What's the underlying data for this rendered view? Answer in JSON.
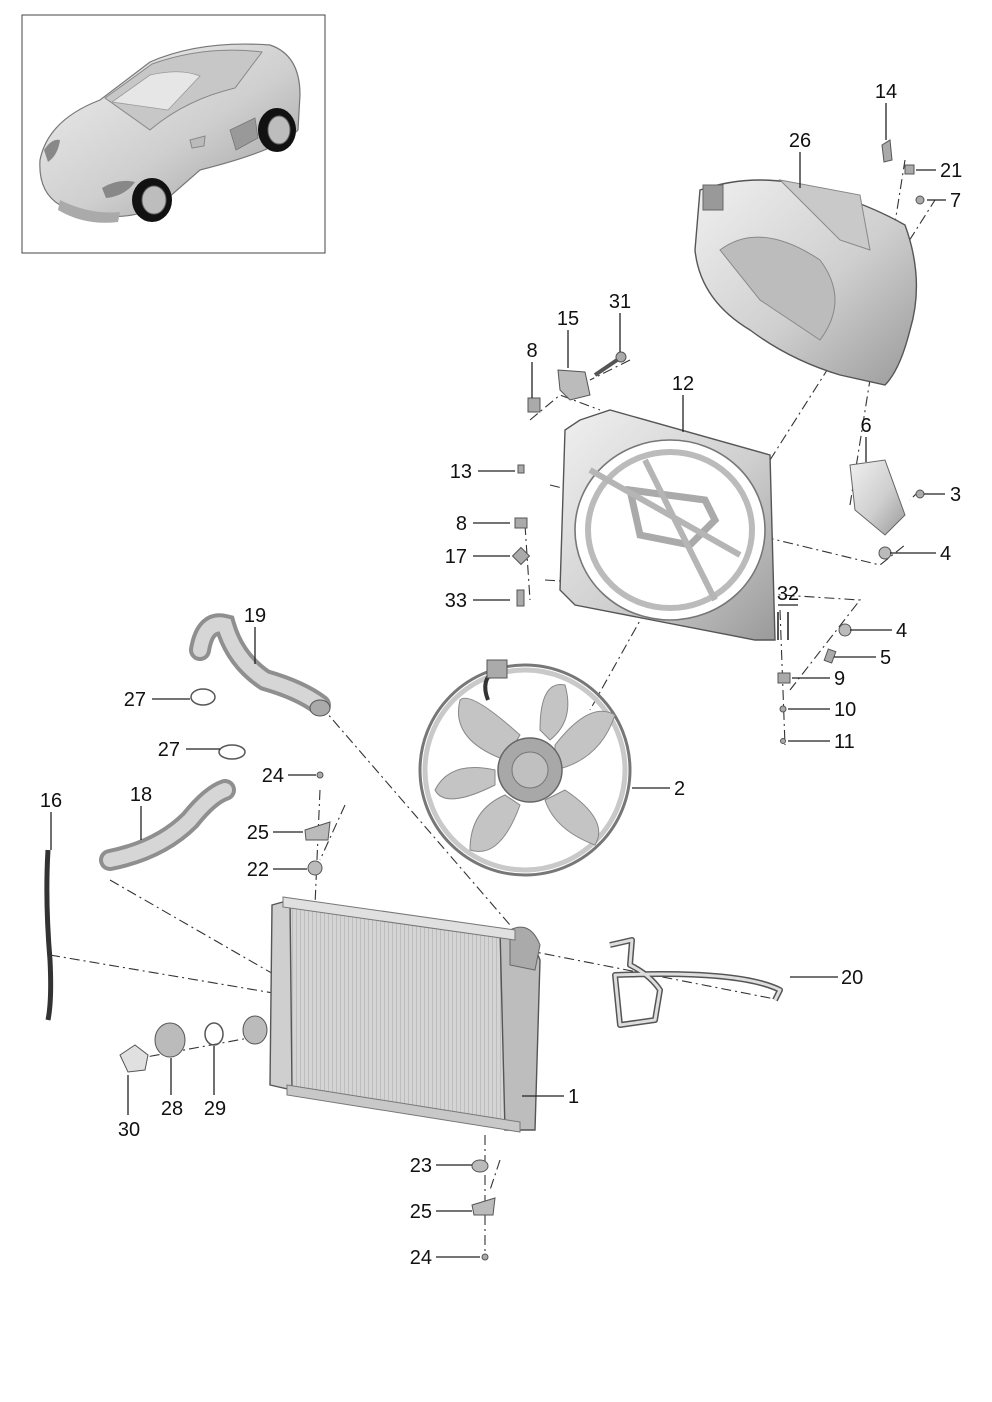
{
  "callouts": [
    {
      "id": "c1",
      "text": "1"
    },
    {
      "id": "c2",
      "text": "2"
    },
    {
      "id": "c3",
      "text": "3"
    },
    {
      "id": "c4a",
      "text": "4"
    },
    {
      "id": "c4b",
      "text": "4"
    },
    {
      "id": "c5",
      "text": "5"
    },
    {
      "id": "c6",
      "text": "6"
    },
    {
      "id": "c7",
      "text": "7"
    },
    {
      "id": "c8a",
      "text": "8"
    },
    {
      "id": "c8b",
      "text": "8"
    },
    {
      "id": "c9",
      "text": "9"
    },
    {
      "id": "c10",
      "text": "10"
    },
    {
      "id": "c11",
      "text": "11"
    },
    {
      "id": "c12",
      "text": "12"
    },
    {
      "id": "c13",
      "text": "13"
    },
    {
      "id": "c14",
      "text": "14"
    },
    {
      "id": "c15",
      "text": "15"
    },
    {
      "id": "c16",
      "text": "16"
    },
    {
      "id": "c17",
      "text": "17"
    },
    {
      "id": "c18",
      "text": "18"
    },
    {
      "id": "c19",
      "text": "19"
    },
    {
      "id": "c20",
      "text": "20"
    },
    {
      "id": "c21",
      "text": "21"
    },
    {
      "id": "c22",
      "text": "22"
    },
    {
      "id": "c23",
      "text": "23"
    },
    {
      "id": "c24a",
      "text": "24"
    },
    {
      "id": "c24b",
      "text": "24"
    },
    {
      "id": "c25a",
      "text": "25"
    },
    {
      "id": "c25b",
      "text": "25"
    },
    {
      "id": "c26",
      "text": "26"
    },
    {
      "id": "c27a",
      "text": "27"
    },
    {
      "id": "c27b",
      "text": "27"
    },
    {
      "id": "c28",
      "text": "28"
    },
    {
      "id": "c29",
      "text": "29"
    },
    {
      "id": "c30",
      "text": "30"
    },
    {
      "id": "c31",
      "text": "31"
    },
    {
      "id": "c32",
      "text": "32"
    },
    {
      "id": "c33",
      "text": "33"
    }
  ],
  "colors": {
    "part_fill": "#d9d9d9",
    "part_shade": "#b8b8b8",
    "part_dark": "#8f8f8f",
    "line": "#222222"
  }
}
